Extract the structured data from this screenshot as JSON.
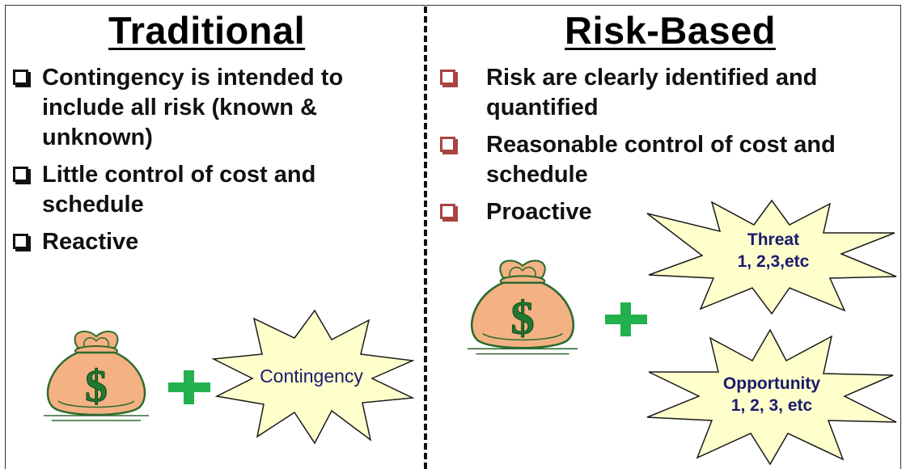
{
  "left": {
    "title": "Traditional",
    "bullets": [
      "Contingency is intended to include all risk (known & unknown)",
      "Little control of cost and schedule",
      "Reactive"
    ],
    "burst_label": "Contingency"
  },
  "right": {
    "title": "Risk-Based",
    "bullets": [
      "Risk are clearly identified and quantified",
      "Reasonable control of cost and schedule",
      "Proactive"
    ],
    "threat": {
      "line1": "Threat",
      "line2": "1, 2,3,etc"
    },
    "opportunity": {
      "line1": "Opportunity",
      "line2": "1, 2, 3, etc"
    }
  },
  "colors": {
    "plus": "#22b14c",
    "burst_fill": "#ffffcc",
    "burst_text": "#1a1a6e",
    "bag_fill": "#f4b183",
    "dollar": "#1f7a2e",
    "bullet_box_right": "#a94442"
  },
  "icons": [
    "money-bag-icon",
    "plus-icon",
    "burst-shape"
  ]
}
